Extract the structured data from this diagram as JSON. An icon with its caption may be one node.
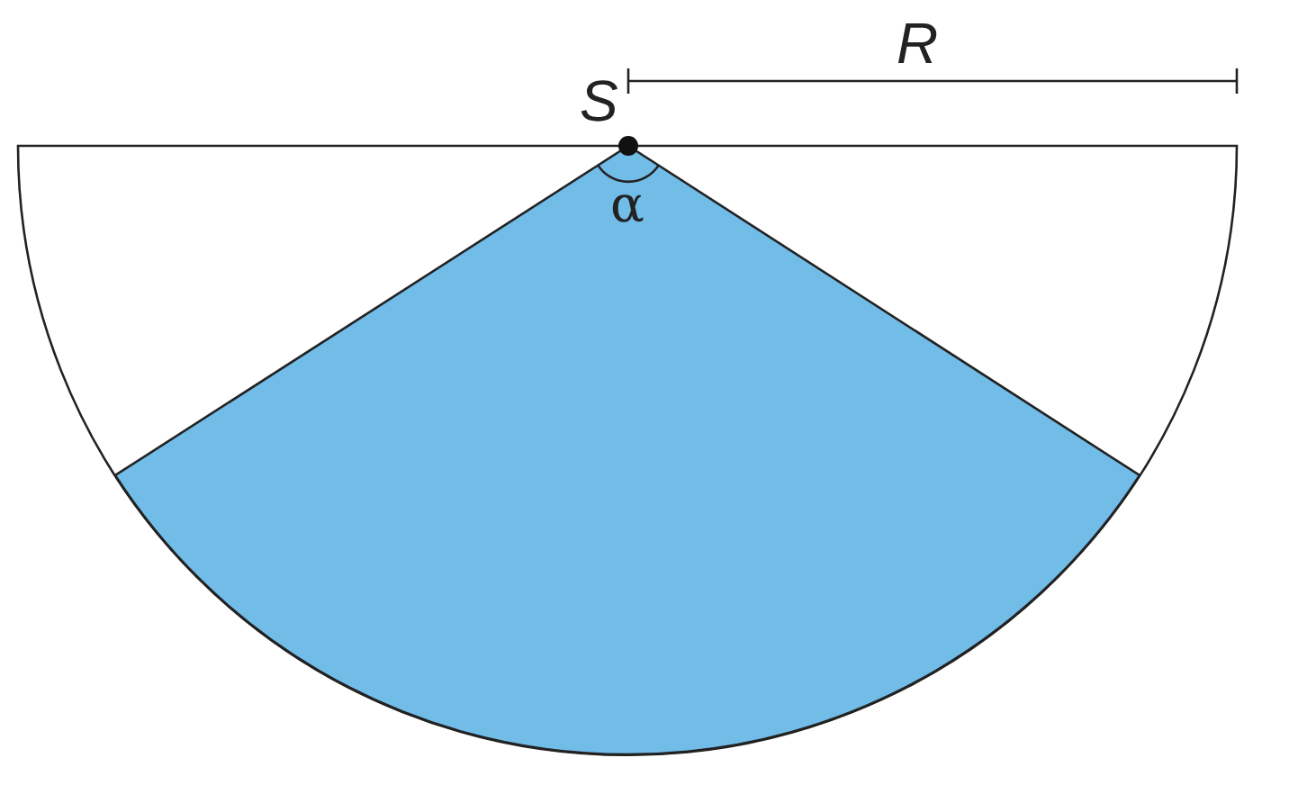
{
  "diagram": {
    "labels": [
      "S",
      "R",
      "α"
    ]
  }
}
